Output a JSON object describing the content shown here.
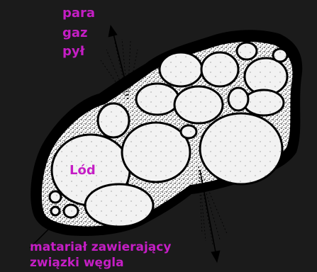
{
  "diagram": {
    "labels": {
      "para": "para",
      "gaz": "gaz",
      "pyl": "pył",
      "lod": "Lód",
      "material_line1": "matariał zawierający",
      "material_line2": "związki węgla"
    },
    "colors": {
      "background": "#1b1b1b",
      "crust": "#000000",
      "matrix": "#ffffff",
      "ice": "#f2f2f2",
      "label": "#c51ec5",
      "arrow": "#000000"
    }
  }
}
